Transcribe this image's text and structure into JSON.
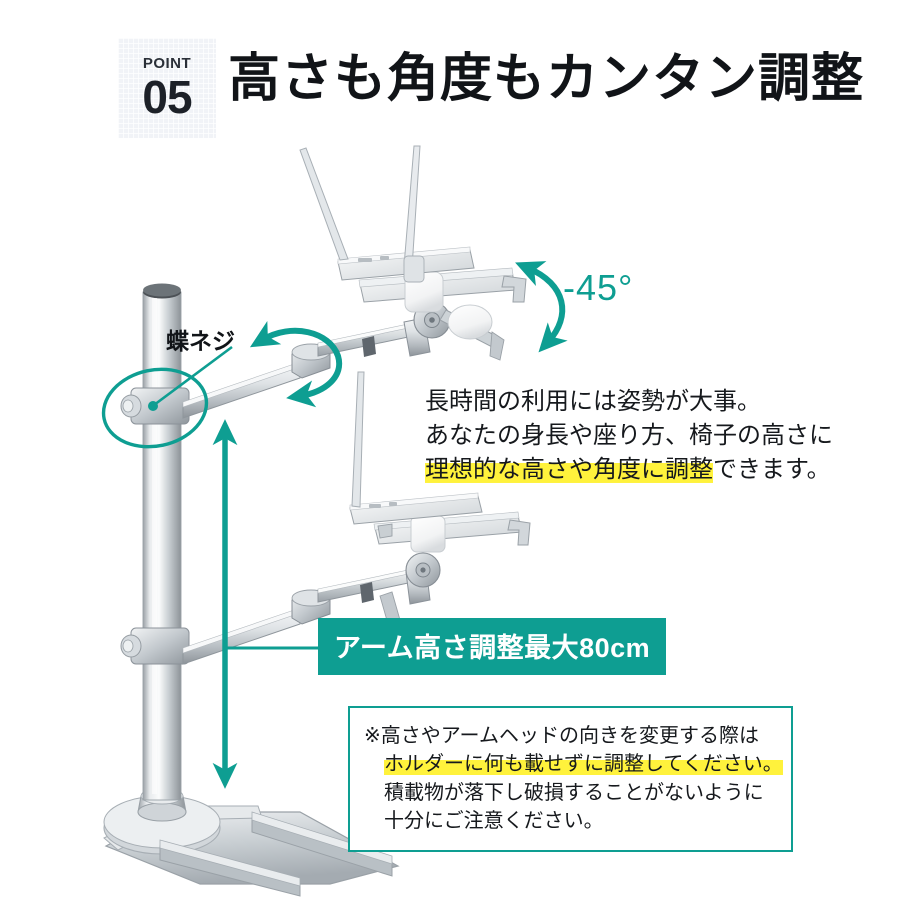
{
  "page": {
    "background": "#ffffff",
    "accent_teal": "#0e9e92",
    "highlight_yellow": "#fff23c",
    "badge_bg": "#f1f3f7"
  },
  "header": {
    "point_word": "POINT",
    "point_number": "05",
    "headline": "高さも角度もカンタン調整"
  },
  "callouts": {
    "screw_label": "蝶ネジ",
    "angle_label": "-45°",
    "arm_height_badge": "アーム高さ調整最大80cm"
  },
  "body_copy": {
    "line1": "長時間の利用には姿勢が大事。",
    "line2": "あなたの身長や座り方、椅子の高さに",
    "line3_highlight": "理想的な高さや角度に調整",
    "line3_rest": "できます。"
  },
  "note": {
    "line1": "※高さやアームヘッドの向きを変更する際は",
    "line2_highlight": "ホルダーに何も載せずに調整してください。",
    "line3": "積載物が落下し破損することがないように",
    "line4": "十分にご注意ください。"
  },
  "icons": {
    "rotation_arrow": "curved-double-arrow-icon",
    "height_arrow": "vertical-double-arrow-icon",
    "highlight_circle": "ellipse-highlight-icon",
    "leader_line": "leader-line-icon"
  },
  "product": {
    "name": "laptop-stand-illustration",
    "parts": [
      "vertical-pole",
      "t-shaped-base",
      "upper-arm",
      "lower-arm",
      "upper-laptop-holder",
      "lower-laptop-holder",
      "thumb-screw-clamp"
    ]
  }
}
